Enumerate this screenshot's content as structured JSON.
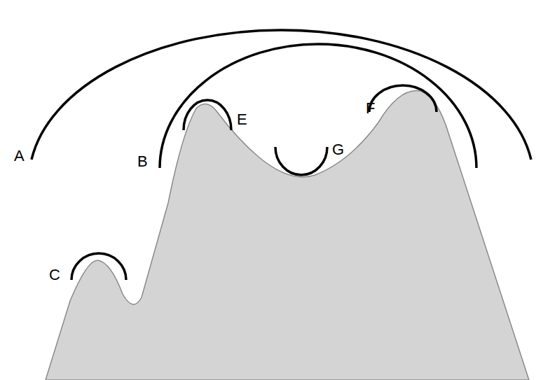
{
  "diagram": {
    "labels": [
      "A",
      "B",
      "C",
      "E",
      "F",
      "G"
    ]
  }
}
